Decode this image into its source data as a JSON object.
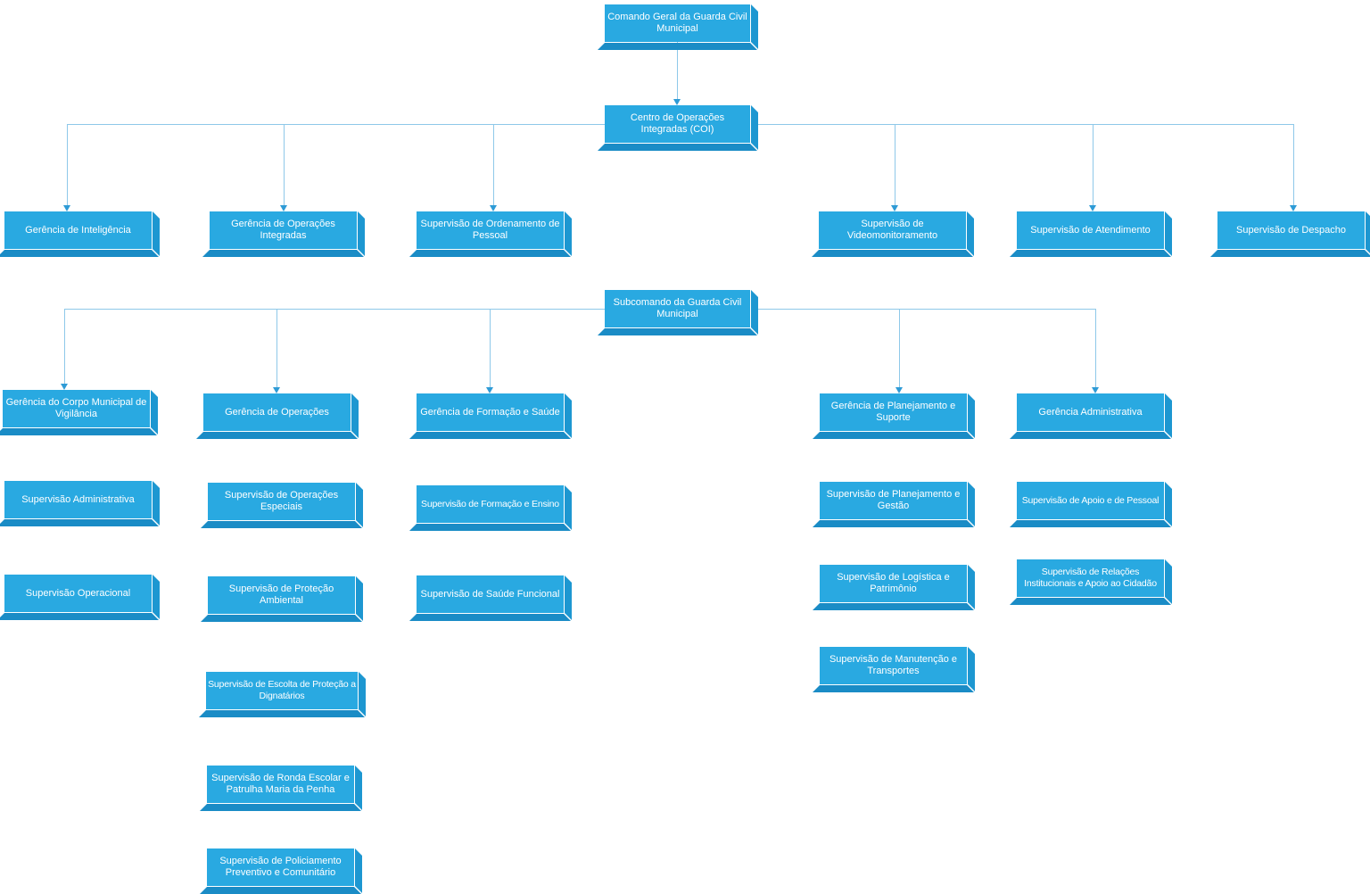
{
  "diagram": {
    "type": "org-chart",
    "colors": {
      "node_fill": "#29A9E1",
      "node_side": "#1D97D1",
      "node_bottom": "#1A8CC6",
      "connector": "#8EC8E9",
      "arrowhead": "#2E9BD6",
      "text": "#FFFFFF"
    },
    "nodes": {
      "comando_geral": {
        "label": "Comando Geral da Guarda Civil Municipal"
      },
      "coi": {
        "label": "Centro de Operações Integradas (COI)"
      },
      "gerencia_inteligencia": {
        "label": "Gerência de Inteligência"
      },
      "gerencia_operacoes_integradas": {
        "label": "Gerência de Operações Integradas"
      },
      "supervisao_ordenamento_pessoal": {
        "label": "Supervisão de Ordenamento de Pessoal"
      },
      "supervisao_videomonitoramento": {
        "label": "Supervisão de Videomonitoramento"
      },
      "supervisao_atendimento": {
        "label": "Supervisão de Atendimento"
      },
      "supervisao_despacho": {
        "label": "Supervisão de Despacho"
      },
      "subcomando": {
        "label": "Subcomando da Guarda Civil Municipal"
      },
      "gerencia_corpo_municipal": {
        "label": "Gerência do Corpo Municipal de Vigilância"
      },
      "gerencia_operacoes": {
        "label": "Gerência de Operações"
      },
      "gerencia_formacao_saude": {
        "label": "Gerência de Formação e Saúde"
      },
      "gerencia_planejamento_suporte": {
        "label": "Gerência de Planejamento e Suporte"
      },
      "gerencia_administrativa": {
        "label": "Gerência Administrativa"
      },
      "supervisao_administrativa": {
        "label": "Supervisão Administrativa"
      },
      "supervisao_operacional": {
        "label": "Supervisão Operacional"
      },
      "supervisao_operacoes_especiais": {
        "label": "Supervisão de Operações Especiais"
      },
      "supervisao_protecao_ambiental": {
        "label": "Supervisão de Proteção Ambiental"
      },
      "supervisao_escolta_dignatarios": {
        "label": "Supervisão de Escolta de Proteção a Dignatários"
      },
      "supervisao_ronda_escolar": {
        "label": "Supervisão de Ronda Escolar e Patrulha Maria da Penha"
      },
      "supervisao_policiamento_preventivo": {
        "label": "Supervisão de Policiamento Preventivo e Comunitário"
      },
      "supervisao_formacao_ensino": {
        "label": "Supervisão de Formação e Ensino"
      },
      "supervisao_saude_funcional": {
        "label": "Supervisão de Saúde Funcional"
      },
      "supervisao_planejamento_gestao": {
        "label": "Supervisão de Planejamento e Gestão"
      },
      "supervisao_logistica_patrimonio": {
        "label": "Supervisão de Logística e Patrimônio"
      },
      "supervisao_manutencao_transportes": {
        "label": "Supervisão de Manutenção e Transportes"
      },
      "supervisao_apoio_pessoal": {
        "label": "Supervisão de Apoio e de Pessoal"
      },
      "supervisao_relacoes_institucionais": {
        "label": "Supervisão de Relações Institucionais e Apoio ao Cidadão"
      }
    }
  }
}
